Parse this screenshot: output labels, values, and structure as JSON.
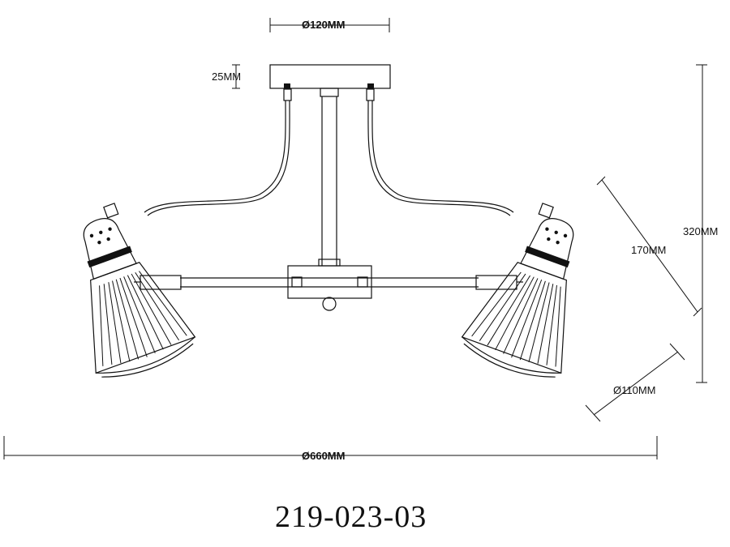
{
  "drawing": {
    "dimensions": {
      "canopy_diameter": "Ø120MM",
      "canopy_height": "25MM",
      "overall_height": "320MM",
      "shade_length": "170MM",
      "shade_diameter": "Ø110MM",
      "overall_width": "Ø660MM"
    },
    "model_code": "219-023-03"
  }
}
